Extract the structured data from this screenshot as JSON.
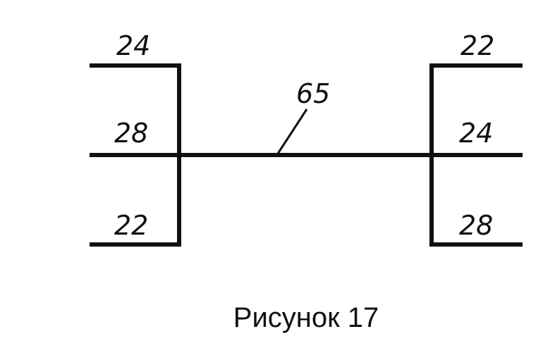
{
  "figure": {
    "left_block": {
      "top_label": "24",
      "middle_label": "28",
      "bottom_label": "22"
    },
    "right_block": {
      "top_label": "22",
      "middle_label": "24",
      "bottom_label": "28"
    },
    "connector_label": "65",
    "caption": "Рисунок 17"
  }
}
